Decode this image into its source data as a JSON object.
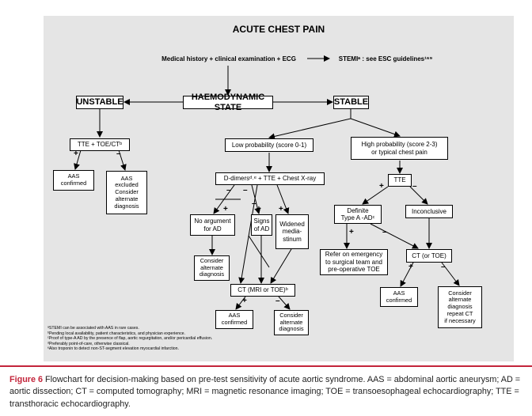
{
  "title": "ACUTE CHEST PAIN",
  "nodes": {
    "history": "Medical history + clinical examination + ECG",
    "stemi": "STEMIᵃ : see ESC guidelines¹⁶⁹",
    "unstable": "UNSTABLE",
    "haemo": "HAEMODYNAMIC STATE",
    "stable": "STABLE",
    "tte_toe_ct": "TTE + TOE/CTᵇ",
    "low_prob": "Low probability (score 0-1)",
    "high_prob": "High probability (score 2-3)\nor typical chest pain",
    "aas_confirmed_1": "AAS\nconfirmed",
    "aas_excluded": "AAS\nexcluded\nConsider\nalternate\ndiagnosis",
    "ddimers": "D-dimersᵈ˒ᵉ + TTE + Chest X-ray",
    "tte": "TTE",
    "no_argument": "No argument\nfor AD",
    "signs_ad": "Signs\nof AD",
    "widened": "Widened\nmedia-\nstinum",
    "definite": "Definite\nType A -ADᶜ",
    "inconclusive": "Inconclusive",
    "consider_1": "Consider\nalternate\ndiagnosis",
    "refer": "Refer on emergency\nto surgical team and\npre-operative TOE",
    "ct_toe_right": "CT (or TOE)",
    "ct_mri_toe": "CT (MRI or TOE)ᵇ",
    "aas_confirmed_2": "AAS\nconfirmed",
    "consider_2": "Consider\nalternate\ndiagnosis",
    "aas_confirmed_3": "AAS\nconfirmed",
    "consider_repeat": "Consider\nalternate\ndiagnosis\nrepeat CT\nif necessary"
  },
  "signs": {
    "plus": "+",
    "minus": "–"
  },
  "footnotes": [
    "ᵃSTEMI can be associated with AAS in rare cases.",
    "ᵇPending local availability, patient characteristics, and physician experience.",
    "ᶜProof of type-A AD by the presence of flap, aortic regurgitation, and/or pericardial effusion.",
    "ᵈPreferably point-of-care, otherwise classical.",
    "ᵉAlso troponin to detect non-ST-segment elevation myocardial infarction."
  ],
  "caption": {
    "label": "Figure 6",
    "text": "Flowchart for decision-making based on pre-test sensitivity of acute aortic syndrome. AAS = abdominal aortic aneurysm; AD = aortic dissection; CT = computed tomography; MRI = magnetic resonance imaging; TOE = transoesophageal echocardiography; TTE = transthoracic echocardiography."
  }
}
